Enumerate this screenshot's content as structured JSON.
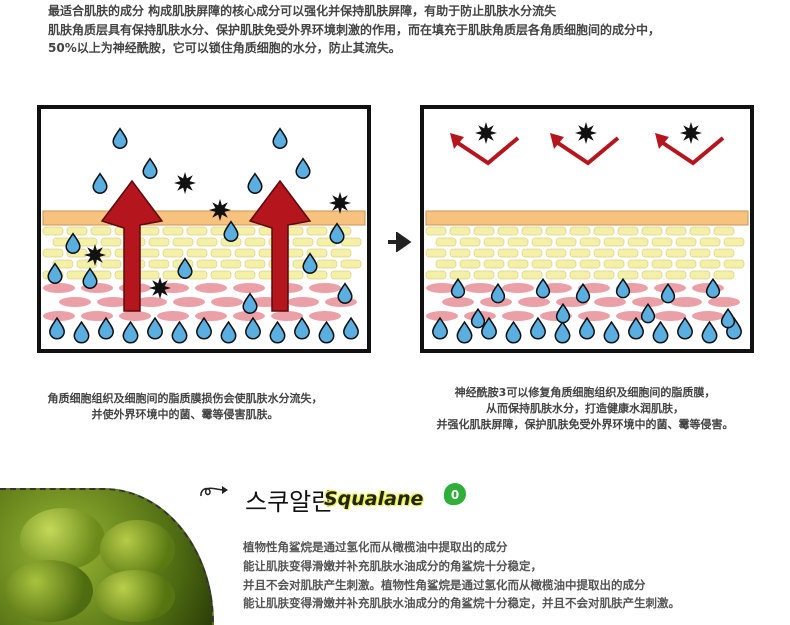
{
  "intro": {
    "lines": [
      "最适合肌肤的成分 构成肌肤屏障的核心成分可以强化并保持肌肤屏障，有助于防止肌肤水分流失",
      "肌肤角质层具有保持肌肤水分、保护肌肤免受外界环境刺激的作用，而在填充于肌肤角质层各角质细胞间的成分中，",
      "50%以上为神经酰胺，它可以锁住角质细胞的水分，防止其流失。"
    ]
  },
  "panels": {
    "left_caption": [
      "角质细胞组织及细胞间的脂质膜损伤会使肌肤水分流失，",
      "并使外界环境中的菌、霉等侵害肌肤。"
    ],
    "right_caption": [
      "神经酰胺3可以修复角质细胞组织及细胞间的脂质膜，",
      "从而保持肌肤水分，打造健康水润肌肤，",
      "并强化肌肤屏障，保护肌肤免受外界环境中的菌、霉等侵害。"
    ]
  },
  "squalane": {
    "title_kr": "스쿠알란",
    "title_en": "Squalane",
    "badge": "0",
    "lines": [
      "植物性角鲨烷是通过氢化而从橄榄油中提取出的成分",
      "能让肌肤变得滑嫩并补充肌肤水油成分的角鲨烷十分稳定，",
      "并且不会对肌肤产生刺激。植物性角鲨烷是通过氢化而从橄榄油中提取出的成分",
      "能让肌肤变得滑嫩并补充肌肤水油成分的角鲨烷十分稳定，并且不会对肌肤产生刺激。"
    ]
  },
  "colors": {
    "drop": "#5aaee0",
    "arrow": "#b5161e",
    "lipid": "#f7c27e",
    "brick": "#f5f0a8",
    "cell": "#eaa0a6"
  }
}
